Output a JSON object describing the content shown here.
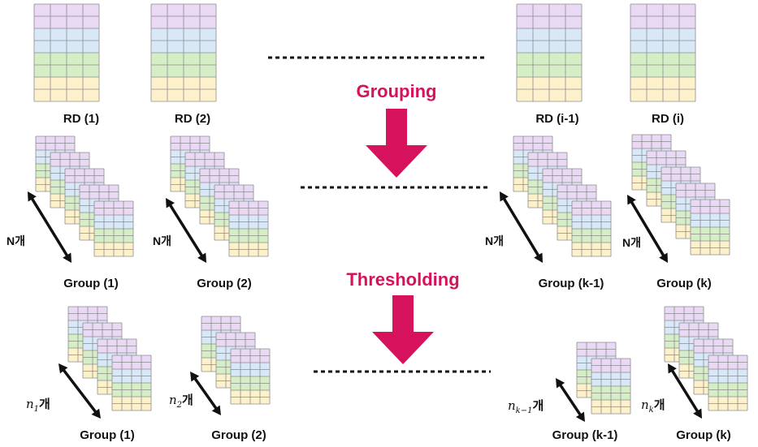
{
  "colors": {
    "band_purple": "#ead9f5",
    "band_blue": "#d9e8f7",
    "band_green": "#d6eec6",
    "band_yellow": "#fdf1cb",
    "grid_line": "#8c8c8c",
    "arrow": "#d6125d",
    "step_text": "#d6125d"
  },
  "steps": {
    "grouping": "Grouping",
    "thresholding": "Thresholding"
  },
  "row1": {
    "labels": [
      "RD (1)",
      "RD (2)",
      "RD (i-1)",
      "RD (i)"
    ]
  },
  "row2": {
    "labels": [
      "Group (1)",
      "Group (2)",
      "Group (k-1)",
      "Group (k)"
    ],
    "count_label": "N개"
  },
  "row3": {
    "labels": [
      "Group (1)",
      "Group (2)",
      "Group (k-1)",
      "Group (k)"
    ],
    "counts": [
      {
        "n": "n",
        "sub": "1",
        "suffix": "개"
      },
      {
        "n": "n",
        "sub": "2",
        "suffix": "개"
      },
      {
        "n": "n",
        "sub": "k−1",
        "suffix": "개"
      },
      {
        "n": "n",
        "sub": "k",
        "suffix": "개"
      }
    ]
  }
}
